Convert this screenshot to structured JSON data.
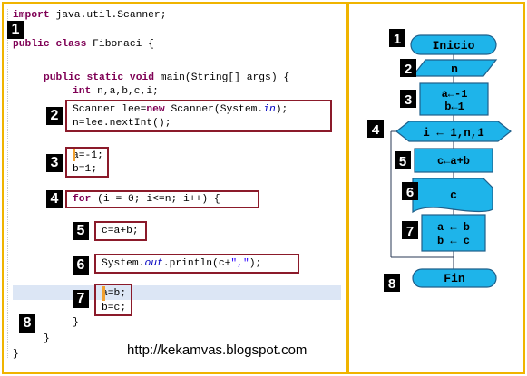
{
  "code": {
    "lines": {
      "l1": {
        "kw": "import",
        "rest": " java.util.Scanner;"
      },
      "l2": {
        "kw": "public class",
        "rest": " Fibonaci {"
      },
      "l3": {
        "kw": "public static void",
        "rest": " main(String[] args) {"
      },
      "l4": {
        "kw": "int",
        "rest": " n,a,b,c,i;"
      },
      "l5a": "Scanner lee=",
      "l5kw": "new",
      "l5b": " Scanner(System.",
      "l5fld": "in",
      "l5c": ");",
      "l6": "n=lee.nextInt();",
      "l7": "a=-1;",
      "l8": "b=1;",
      "l9kw": "for",
      "l9rest": " (i = 0; i<=n; i++) {",
      "l10": "c=a+b;",
      "l11a": "System.",
      "l11fld": "out",
      "l11b": ".println(c+",
      "l11str": "\",\"",
      "l11c": ");",
      "l12": "a=b;",
      "l13": "b=c;",
      "l14": "}",
      "l15": "}",
      "l16": "}"
    }
  },
  "code_badges": [
    "1",
    "2",
    "3",
    "4",
    "5",
    "6",
    "7",
    "8"
  ],
  "flow": {
    "badges": [
      "1",
      "2",
      "3",
      "4",
      "5",
      "6",
      "7",
      "8"
    ],
    "start": "Inicio",
    "input": "n",
    "assign1": "a←-1",
    "assign2": "b←1",
    "loop": "i ← 1,n,1",
    "sum": "c←a+b",
    "output": "c",
    "swap1": "a ← b",
    "swap2": "b ← c",
    "end": "Fin"
  },
  "footer": {
    "url": "http://kekamvas.blogspot.com"
  },
  "colors": {
    "frame": "#f0b400",
    "box_border": "#8b1a2a",
    "shape_fill": "#1eb4ea",
    "shape_stroke": "#1f5f8a"
  }
}
